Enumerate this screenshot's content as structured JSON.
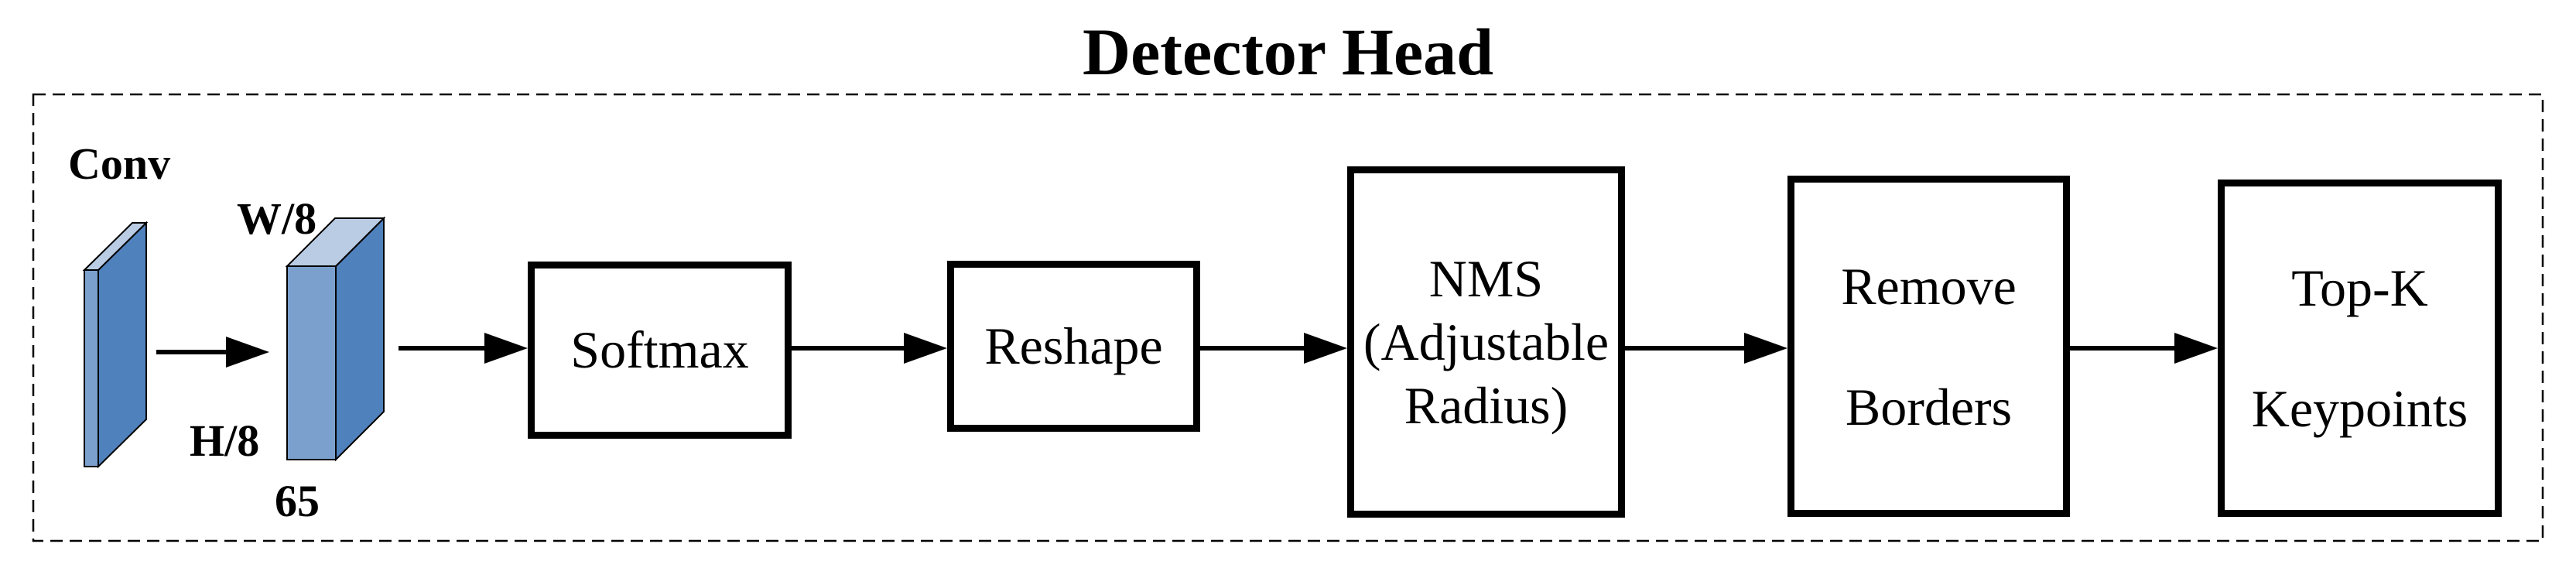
{
  "title": "Detector Head",
  "labels": {
    "conv": "Conv",
    "tensor_width": "W/8",
    "tensor_height": "H/8",
    "tensor_channels": "65"
  },
  "boxes": {
    "softmax": {
      "label": "Softmax"
    },
    "reshape": {
      "label": "Reshape"
    },
    "nms": {
      "line1": "NMS",
      "line2": "(Adjustable",
      "line3": "Radius)"
    },
    "remove_borders": {
      "line1": "Remove",
      "line2": "Borders"
    },
    "topk": {
      "line1": "Top-K",
      "line2": "Keypoints"
    }
  },
  "colors": {
    "tensor_front": "#7BA0CE",
    "tensor_side": "#4F81BD",
    "tensor_top": "#B9CCE3",
    "outline": "#000000",
    "arrow": "#000000",
    "dashed_border": "#000000",
    "box_border": "#000000",
    "background": "#FFFFFF"
  }
}
